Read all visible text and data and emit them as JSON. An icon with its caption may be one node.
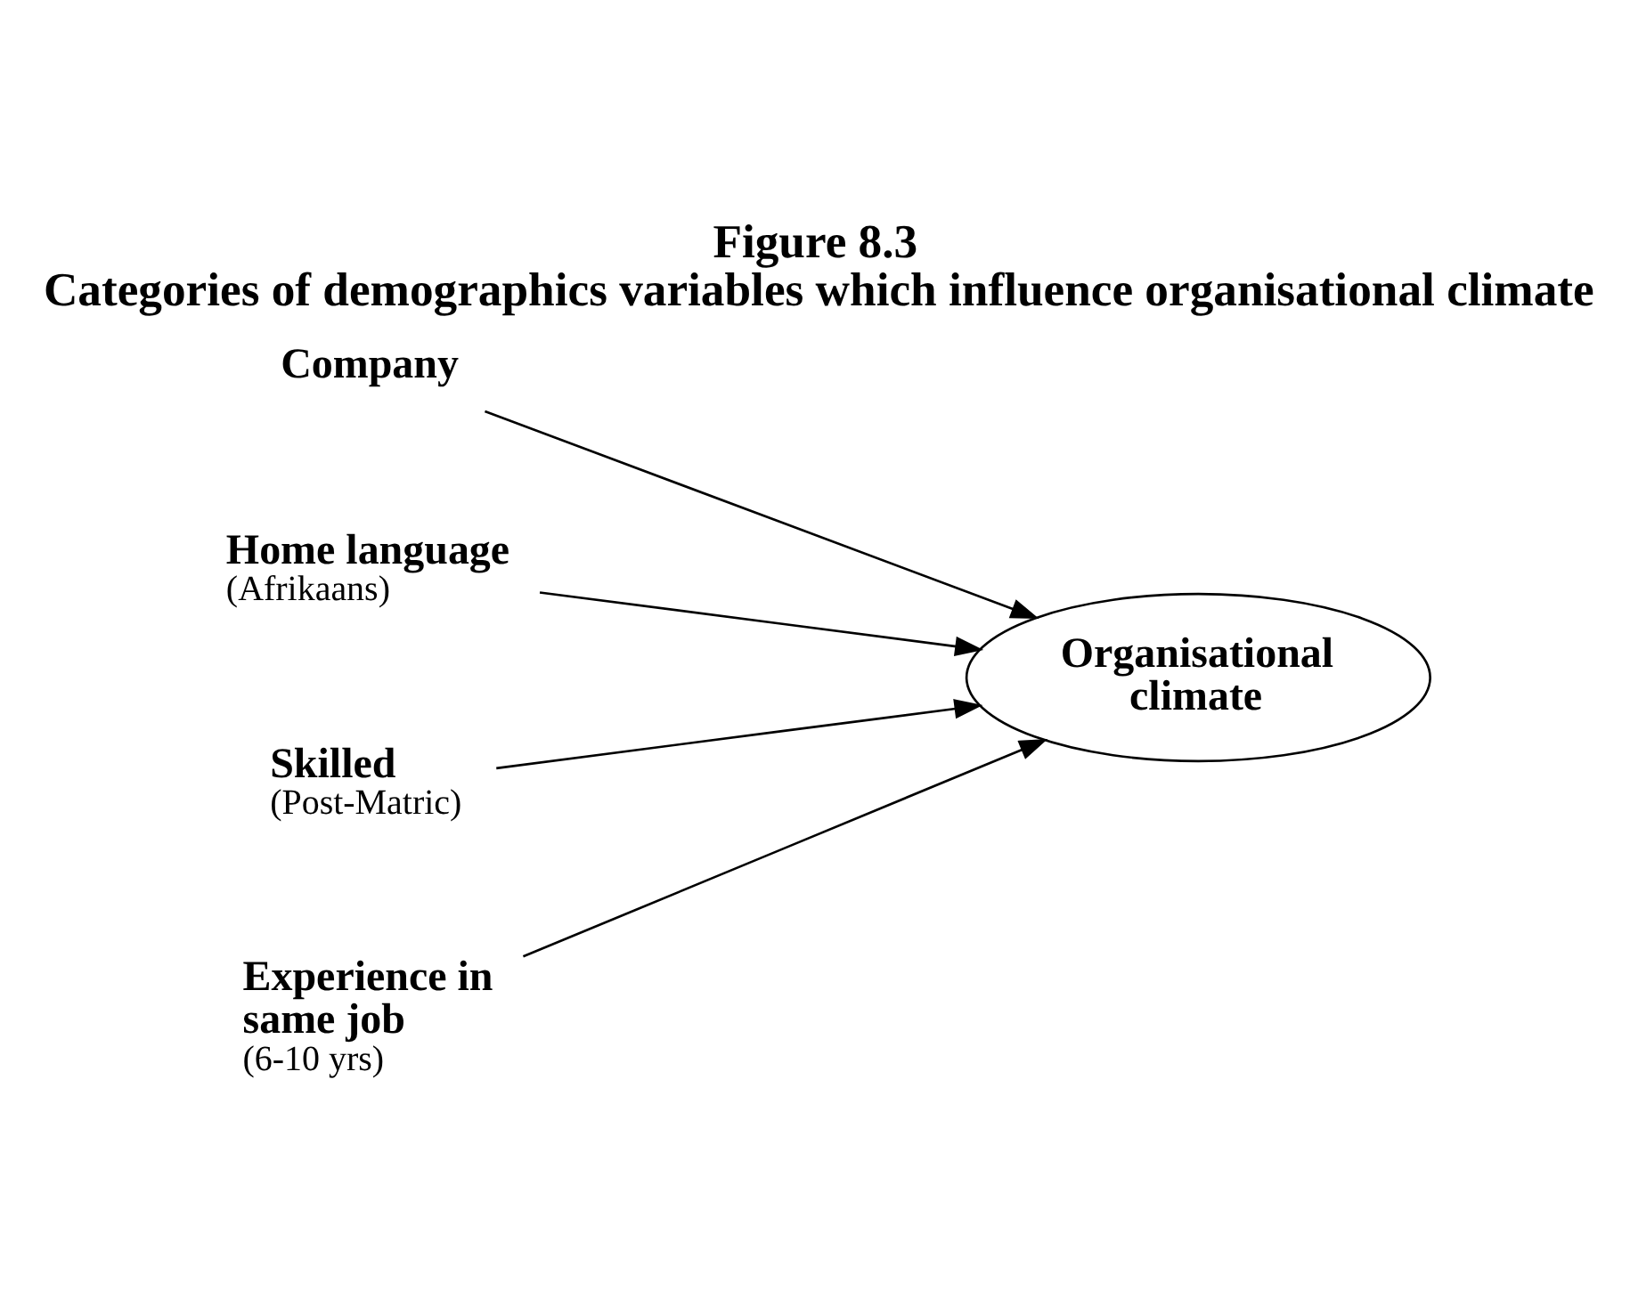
{
  "diagram": {
    "title": "Figure 8.3",
    "caption": "Categories of demographics variables which influence organisational climate",
    "nodes": [
      {
        "text": [
          "Company"
        ]
      },
      {
        "text": [
          "Home language"
        ],
        "beside": [
          "(Afrikaans)"
        ]
      },
      {
        "text": [
          "Skilled"
        ],
        "beside": [
          "(Post-Matric)"
        ]
      },
      {
        "text": [
          "Experience in same job"
        ],
        "beside": [
          "(6-10 yrs)"
        ]
      },
      {
        "text": [
          "Organisational climate"
        ]
      }
    ],
    "edges": [
      {
        "from": 0,
        "to": 4,
        "arrow": "to"
      },
      {
        "from": 1,
        "to": 4,
        "arrow": "to"
      },
      {
        "from": 2,
        "to": 4,
        "arrow": "to"
      },
      {
        "from": 3,
        "to": 4,
        "arrow": "to"
      }
    ]
  }
}
